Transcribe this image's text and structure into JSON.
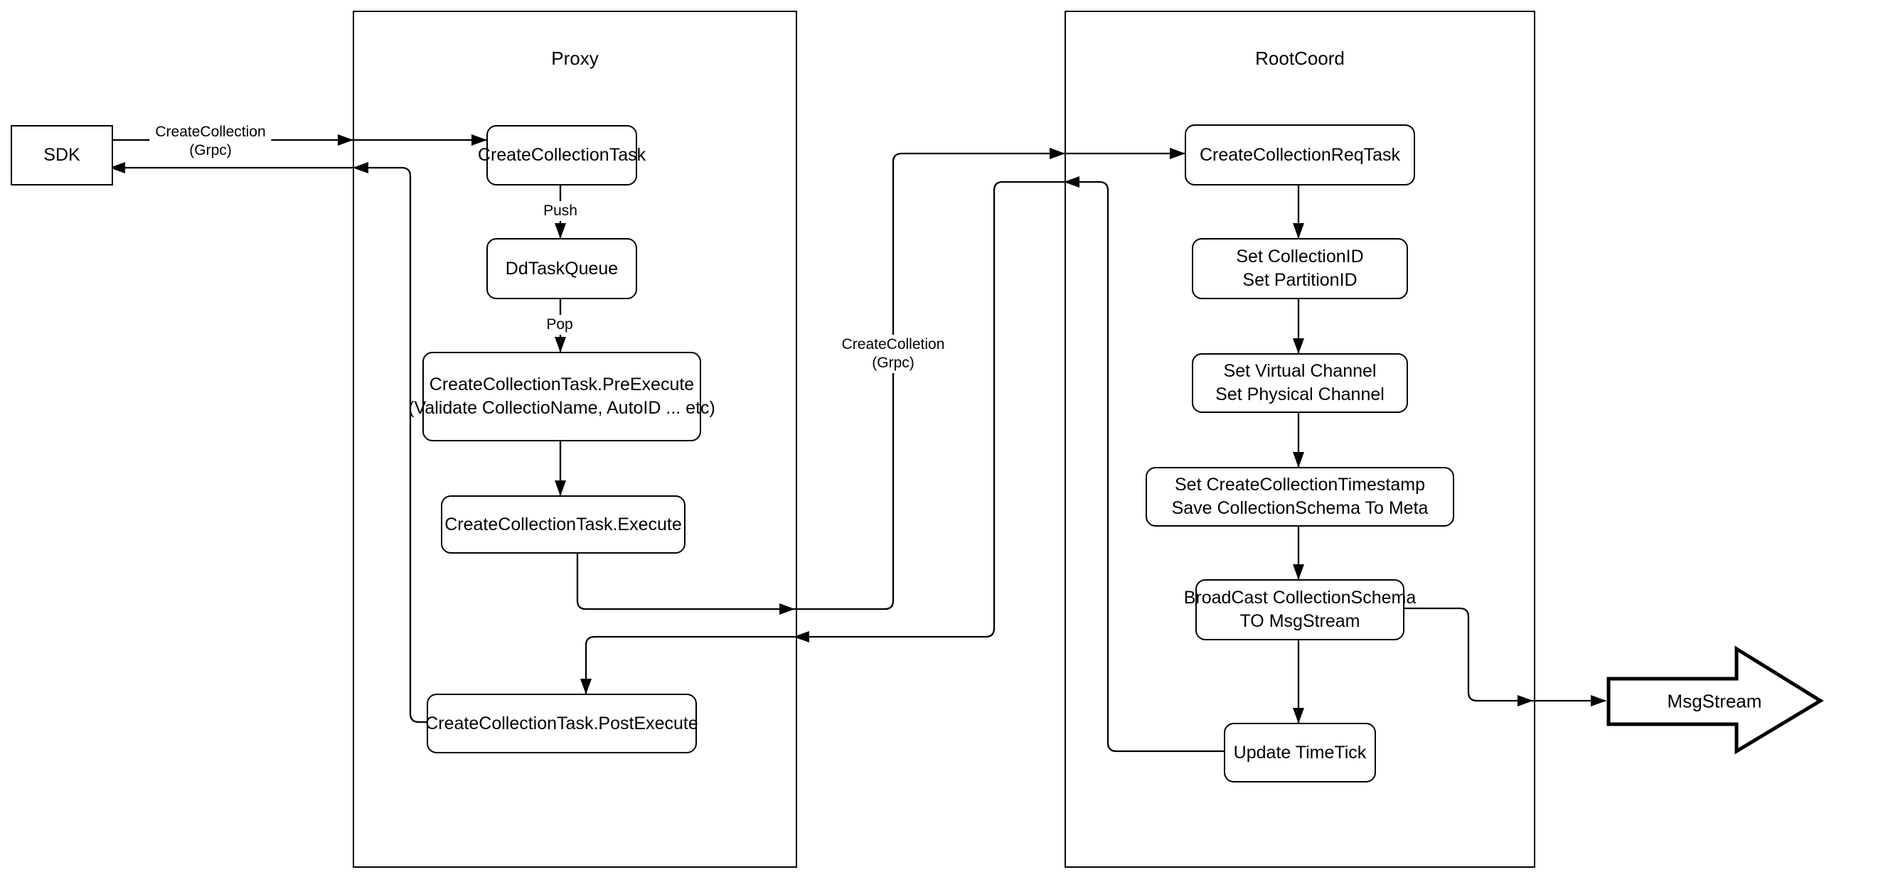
{
  "diagram": {
    "sdk": {
      "label": "SDK"
    },
    "proxy": {
      "title": "Proxy",
      "nodes": {
        "task": {
          "lines": [
            "CreateCollectionTask"
          ]
        },
        "queue": {
          "lines": [
            "DdTaskQueue"
          ]
        },
        "pre": {
          "lines": [
            "CreateCollectionTask.PreExecute",
            "(Validate CollectioName, AutoID ... etc)"
          ]
        },
        "exec": {
          "lines": [
            "CreateCollectionTask.Execute"
          ]
        },
        "post": {
          "lines": [
            "CreateCollectionTask.PostExecute"
          ]
        }
      }
    },
    "rootcoord": {
      "title": "RootCoord",
      "nodes": {
        "req": {
          "lines": [
            "CreateCollectionReqTask"
          ]
        },
        "ids": {
          "lines": [
            "Set CollectionID",
            "Set PartitionID"
          ]
        },
        "channels": {
          "lines": [
            "Set Virtual Channel",
            "Set Physical Channel"
          ]
        },
        "timestamp": {
          "lines": [
            "Set CreateCollectionTimestamp",
            "Save CollectionSchema To Meta"
          ]
        },
        "broadcast": {
          "lines": [
            "BroadCast CollectionSchema",
            "TO MsgStream"
          ]
        },
        "timetick": {
          "lines": [
            "Update TimeTick"
          ]
        }
      }
    },
    "msgstream": {
      "label": "MsgStream"
    },
    "edge_labels": {
      "sdk_grpc": {
        "lines": [
          "CreateCollection",
          "(Grpc)"
        ]
      },
      "proxy_grpc": {
        "lines": [
          "CreateColletion",
          "(Grpc)"
        ]
      },
      "push": "Push",
      "pop": "Pop"
    },
    "colors": {
      "stroke": "#000000",
      "background": "#ffffff"
    }
  }
}
